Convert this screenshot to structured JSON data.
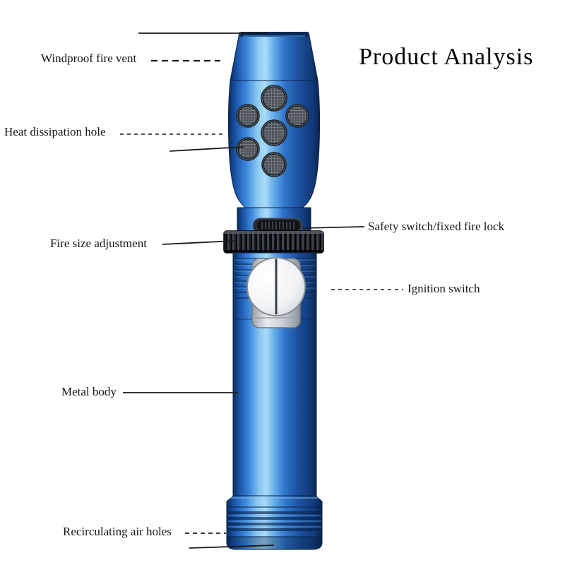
{
  "title": "Product Analysis",
  "annotations": {
    "windproof_fire_vent": "Windproof fire vent",
    "heat_dissipation_hole": "Heat dissipation hole",
    "fire_size_adjustment": "Fire size adjustment",
    "safety_switch": "Safety switch/fixed fire lock",
    "ignition_switch": "Ignition switch",
    "metal_body": "Metal body",
    "recirculating_air_holes": "Recirculating air holes"
  },
  "colors": {
    "body_blue": "#2e74ca",
    "highlight_blue": "#aadcf8",
    "dark_blue": "#0a2450",
    "ring_black": "#1a1d21",
    "button_silver": "#f0f2f4",
    "line_color": "#1a1a1a"
  }
}
